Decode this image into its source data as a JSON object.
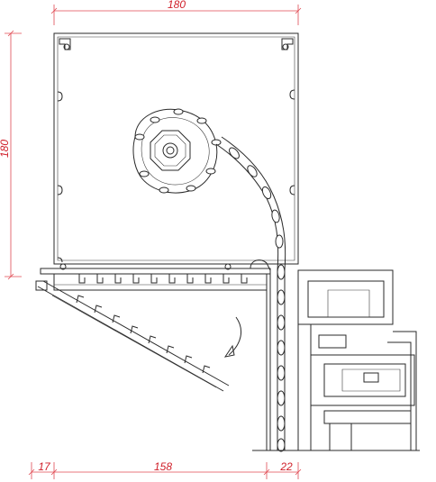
{
  "dimensions": {
    "top_width": "180",
    "left_height": "180",
    "bottom_left": "17",
    "bottom_middle": "158",
    "bottom_right": "22"
  },
  "colors": {
    "dimension": "#d0202a",
    "line": "#2a2a2a",
    "background": "#ffffff"
  }
}
